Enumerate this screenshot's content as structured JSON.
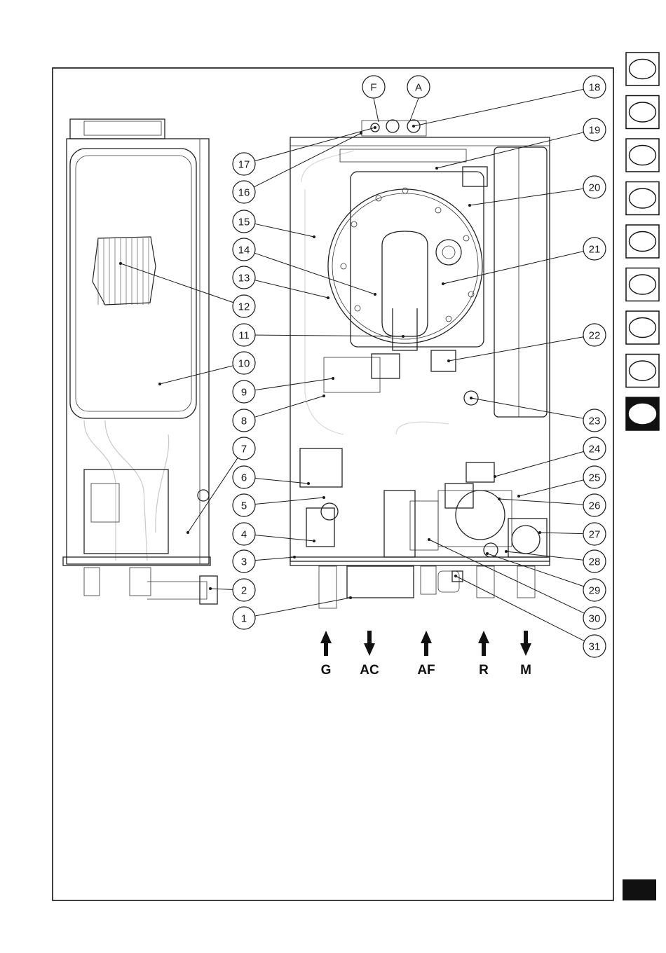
{
  "diagram": {
    "part_numbers": [
      "1",
      "2",
      "3",
      "4",
      "5",
      "6",
      "7",
      "8",
      "9",
      "10",
      "11",
      "12",
      "13",
      "14",
      "15",
      "16",
      "17",
      "18",
      "19",
      "20",
      "21",
      "22",
      "23",
      "24",
      "25",
      "26",
      "27",
      "28",
      "29",
      "30",
      "31"
    ],
    "top_connections": [
      "F",
      "A"
    ],
    "bottom_connections": [
      {
        "label": "G",
        "direction": "up"
      },
      {
        "label": "AC",
        "direction": "down"
      },
      {
        "label": "AF",
        "direction": "up"
      },
      {
        "label": "R",
        "direction": "up"
      },
      {
        "label": "M",
        "direction": "down"
      }
    ]
  },
  "side_tabs": {
    "count": 9,
    "active_index": 8
  }
}
